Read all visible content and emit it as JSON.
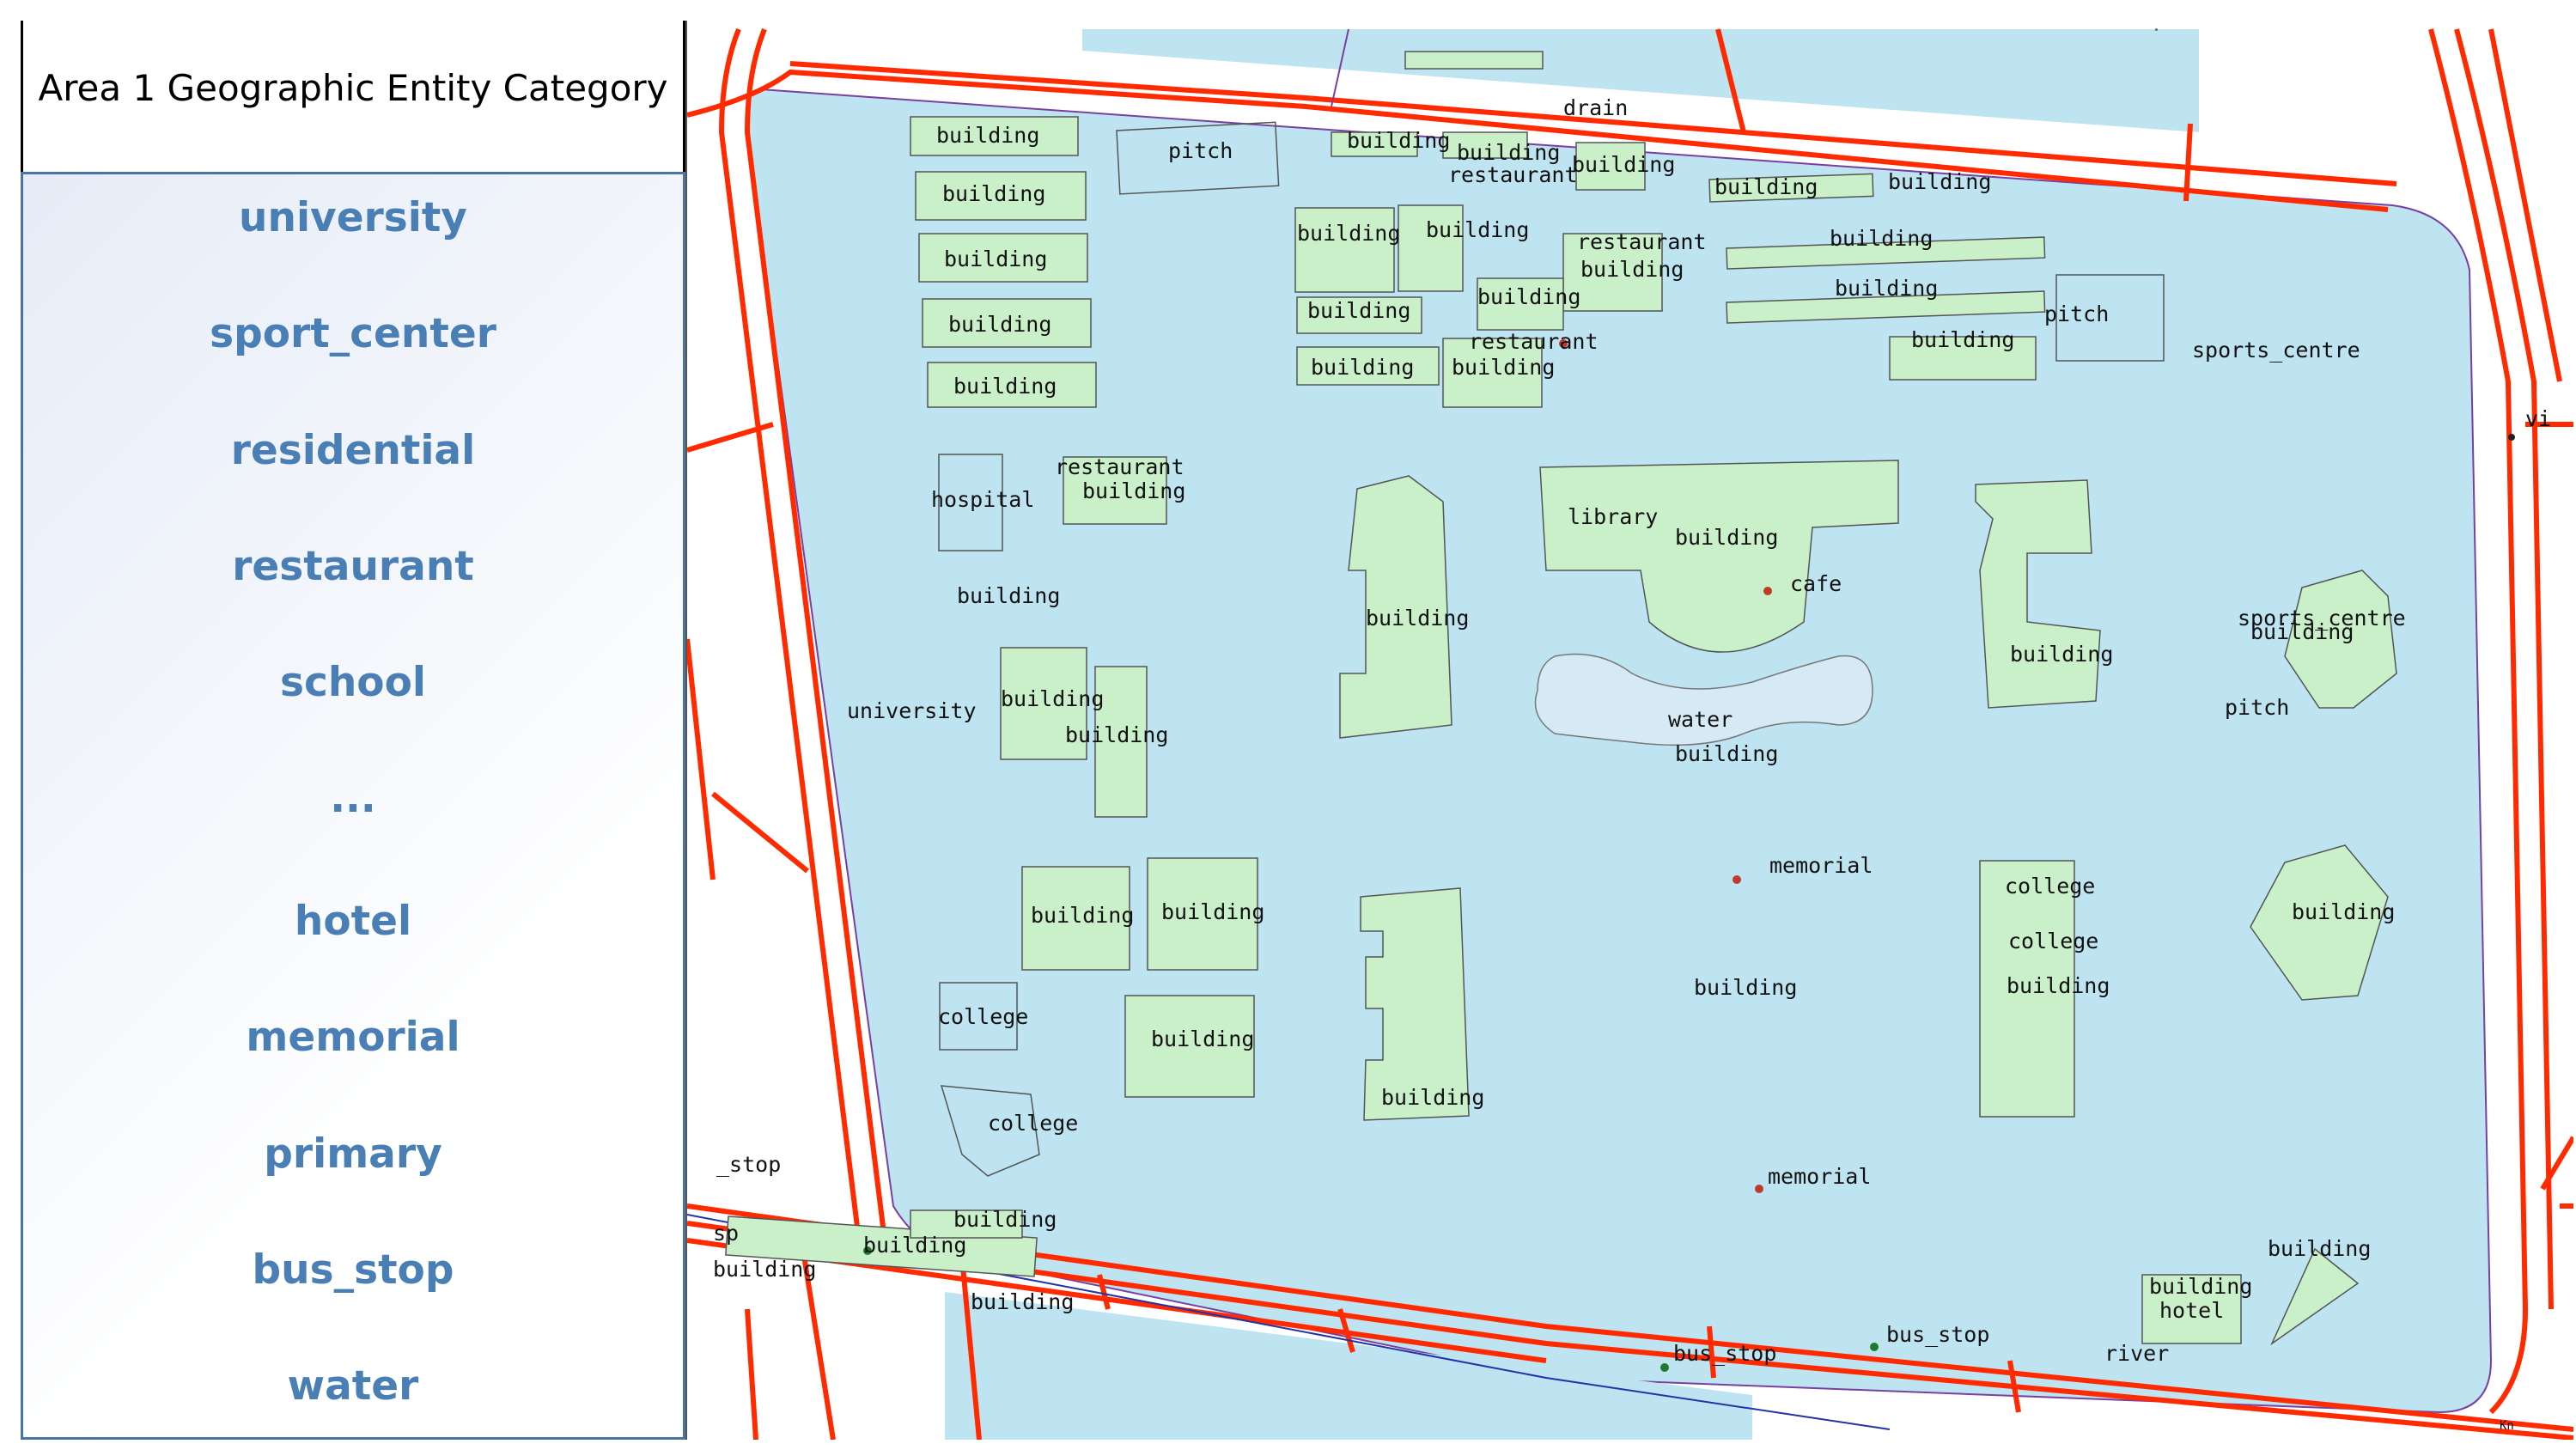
{
  "panel": {
    "title": "Area 1 Geographic Entity Category",
    "categories": [
      "university",
      "sport_center",
      "residential",
      "restaurant",
      "school",
      "...",
      "hotel",
      "memorial",
      "primary",
      "bus_stop",
      "water"
    ]
  },
  "map": {
    "colors": {
      "water": "#bde4f0",
      "building": "#c9f0c8",
      "road": "#ff2a00",
      "boundary": "#7a3fa0",
      "lake": "#d6eaf5",
      "point": "#c0392b"
    },
    "labels": {
      "drain": "drain",
      "pitch": "pitch",
      "building": "building",
      "restaurant": "restaurant",
      "hospital": "hospital",
      "university": "university",
      "library": "library",
      "cafe": "cafe",
      "water": "water",
      "sports_centre": "sports_centre",
      "memorial": "memorial",
      "college": "college",
      "bus_stop": "bus_stop",
      "stop_partial": "_stop",
      "sp_partial": "sp",
      "hotel": "hotel",
      "river": "river",
      "vi_partial": "vi",
      "edge_partial": "Kn"
    }
  }
}
